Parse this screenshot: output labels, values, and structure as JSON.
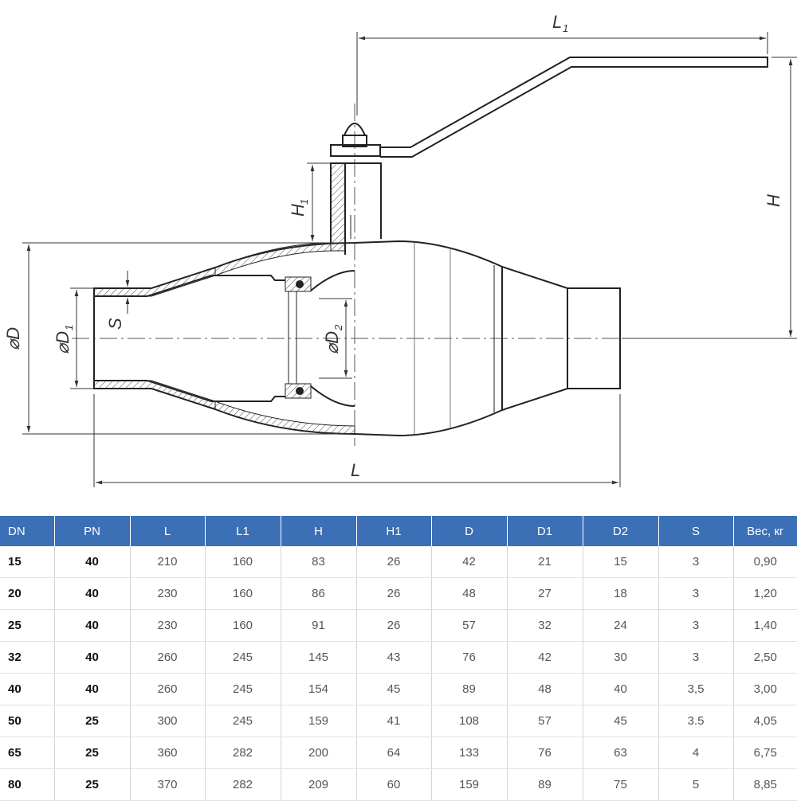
{
  "drawing": {
    "labels": {
      "L": "L",
      "L1": "L",
      "L1_sub": "1",
      "H": "H",
      "H1": "H",
      "H1_sub": "1",
      "D": "⌀D",
      "D1": "⌀D",
      "D1_sub": "1",
      "D2": "⌀D",
      "D2_sub": "2",
      "S": "S"
    }
  },
  "table": {
    "headers": [
      "DN",
      "PN",
      "L",
      "L1",
      "H",
      "H1",
      "D",
      "D1",
      "D2",
      "S",
      "Вес, кг"
    ],
    "rows": [
      [
        "15",
        "40",
        "210",
        "160",
        "83",
        "26",
        "42",
        "21",
        "15",
        "3",
        "0,90"
      ],
      [
        "20",
        "40",
        "230",
        "160",
        "86",
        "26",
        "48",
        "27",
        "18",
        "3",
        "1,20"
      ],
      [
        "25",
        "40",
        "230",
        "160",
        "91",
        "26",
        "57",
        "32",
        "24",
        "3",
        "1,40"
      ],
      [
        "32",
        "40",
        "260",
        "245",
        "145",
        "43",
        "76",
        "42",
        "30",
        "3",
        "2,50"
      ],
      [
        "40",
        "40",
        "260",
        "245",
        "154",
        "45",
        "89",
        "48",
        "40",
        "3,5",
        "3,00"
      ],
      [
        "50",
        "25",
        "300",
        "245",
        "159",
        "41",
        "108",
        "57",
        "45",
        "3.5",
        "4,05"
      ],
      [
        "65",
        "25",
        "360",
        "282",
        "200",
        "64",
        "133",
        "76",
        "63",
        "4",
        "6,75"
      ],
      [
        "80",
        "25",
        "370",
        "282",
        "209",
        "60",
        "159",
        "89",
        "75",
        "5",
        "8,85"
      ]
    ]
  }
}
